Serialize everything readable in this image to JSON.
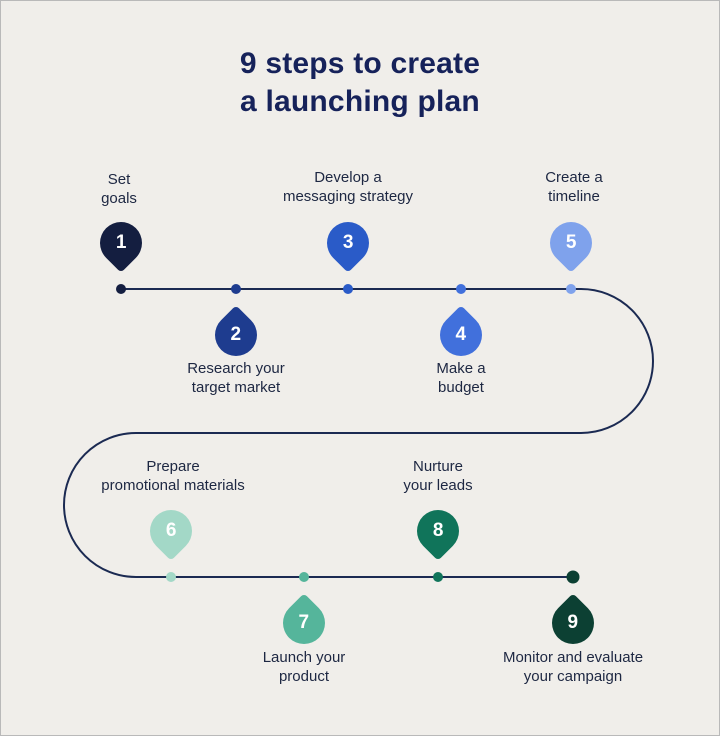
{
  "title": {
    "line1": "9 steps to create",
    "line2": "a launching plan"
  },
  "steps": [
    {
      "number": "1",
      "label_line1": "Set",
      "label_line2": "goals",
      "color": "#141e40",
      "pin_direction": "above-line"
    },
    {
      "number": "2",
      "label_line1": "Research your",
      "label_line2": "target market",
      "color": "#1e3c8f",
      "pin_direction": "below-line"
    },
    {
      "number": "3",
      "label_line1": "Develop a",
      "label_line2": "messaging strategy",
      "color": "#2a5bc8",
      "pin_direction": "above-line"
    },
    {
      "number": "4",
      "label_line1": "Make a",
      "label_line2": "budget",
      "color": "#4170dc",
      "pin_direction": "below-line"
    },
    {
      "number": "5",
      "label_line1": "Create a",
      "label_line2": "timeline",
      "color": "#7fa2ec",
      "pin_direction": "above-line"
    },
    {
      "number": "6",
      "label_line1": "Prepare",
      "label_line2": "promotional materials",
      "color": "#a3d8c7",
      "pin_direction": "above-line"
    },
    {
      "number": "7",
      "label_line1": "Launch your",
      "label_line2": "product",
      "color": "#55b59b",
      "pin_direction": "below-line"
    },
    {
      "number": "8",
      "label_line1": "Nurture",
      "label_line2": "your leads",
      "color": "#10745a",
      "pin_direction": "above-line"
    },
    {
      "number": "9",
      "label_line1": "Monitor and evaluate",
      "label_line2": "your campaign",
      "color": "#0c4033",
      "pin_direction": "below-line"
    }
  ],
  "colors": {
    "background": "#f0eeea",
    "timeline_line": "#1b2a52",
    "title_text": "#16225a",
    "label_text": "#1d2742",
    "pin_number_text": "#ffffff"
  }
}
